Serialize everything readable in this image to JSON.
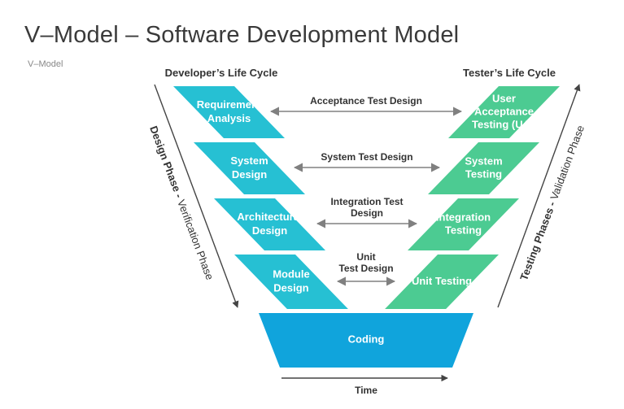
{
  "header": {
    "title": "V–Model – Software Development Model",
    "subtitle": "V–Model"
  },
  "labels": {
    "developer": "Developer’s Life Cycle",
    "tester": "Tester’s Life Cycle",
    "left_axis": "Design Phase - Verification Phase",
    "right_axis": "Testing Phases - Validation Phase",
    "time": "Time"
  },
  "left_phases": [
    {
      "lines": [
        "Requirement",
        "Analysis"
      ]
    },
    {
      "lines": [
        "System",
        "Design"
      ]
    },
    {
      "lines": [
        "Architectural",
        "Design"
      ]
    },
    {
      "lines": [
        "Module",
        "Design"
      ]
    }
  ],
  "right_phases": [
    {
      "lines": [
        "User",
        "Acceptance",
        "Testing (UAT"
      ]
    },
    {
      "lines": [
        "System",
        "Testing"
      ]
    },
    {
      "lines": [
        "Integration",
        "Testing"
      ]
    },
    {
      "lines": [
        "Unit Testing"
      ]
    }
  ],
  "links": [
    {
      "lines": [
        "Acceptance Test Design"
      ]
    },
    {
      "lines": [
        "System Test Design"
      ]
    },
    {
      "lines": [
        "Integration Test",
        "Design"
      ]
    },
    {
      "lines": [
        "Unit",
        "Test Design"
      ]
    }
  ],
  "bottom": {
    "label": "Coding"
  },
  "colors": {
    "left_fill": "#26c0d3",
    "right_fill": "#4ccb92",
    "bottom_fill": "#10a4dc",
    "arrow": "#808080",
    "text_dark": "#333333",
    "text_light": "#ffffff"
  }
}
